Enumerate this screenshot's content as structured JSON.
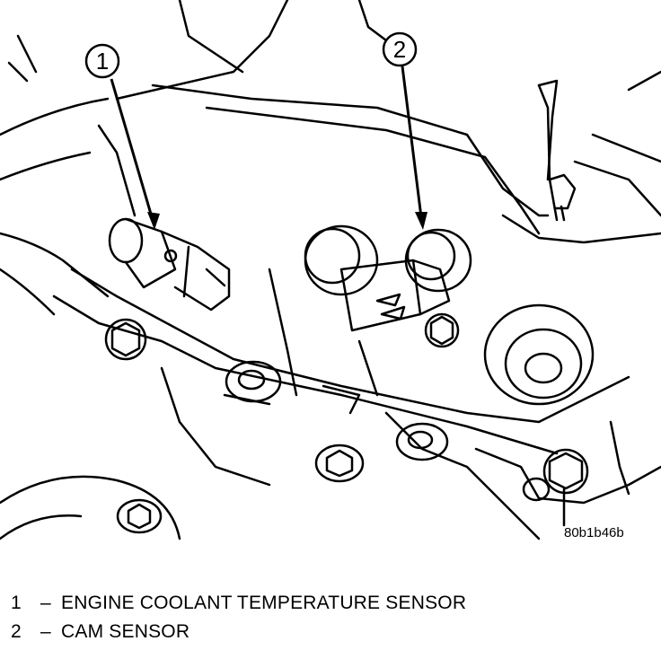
{
  "figure": {
    "code": "80b1b46b",
    "callouts": [
      {
        "number": "1"
      },
      {
        "number": "2"
      }
    ]
  },
  "legend": {
    "items": [
      {
        "number": "1",
        "separator": "–",
        "label": "ENGINE COOLANT TEMPERATURE SENSOR"
      },
      {
        "number": "2",
        "separator": "–",
        "label": "CAM SENSOR"
      }
    ]
  },
  "colors": {
    "ink": "#000000",
    "background": "#ffffff"
  }
}
